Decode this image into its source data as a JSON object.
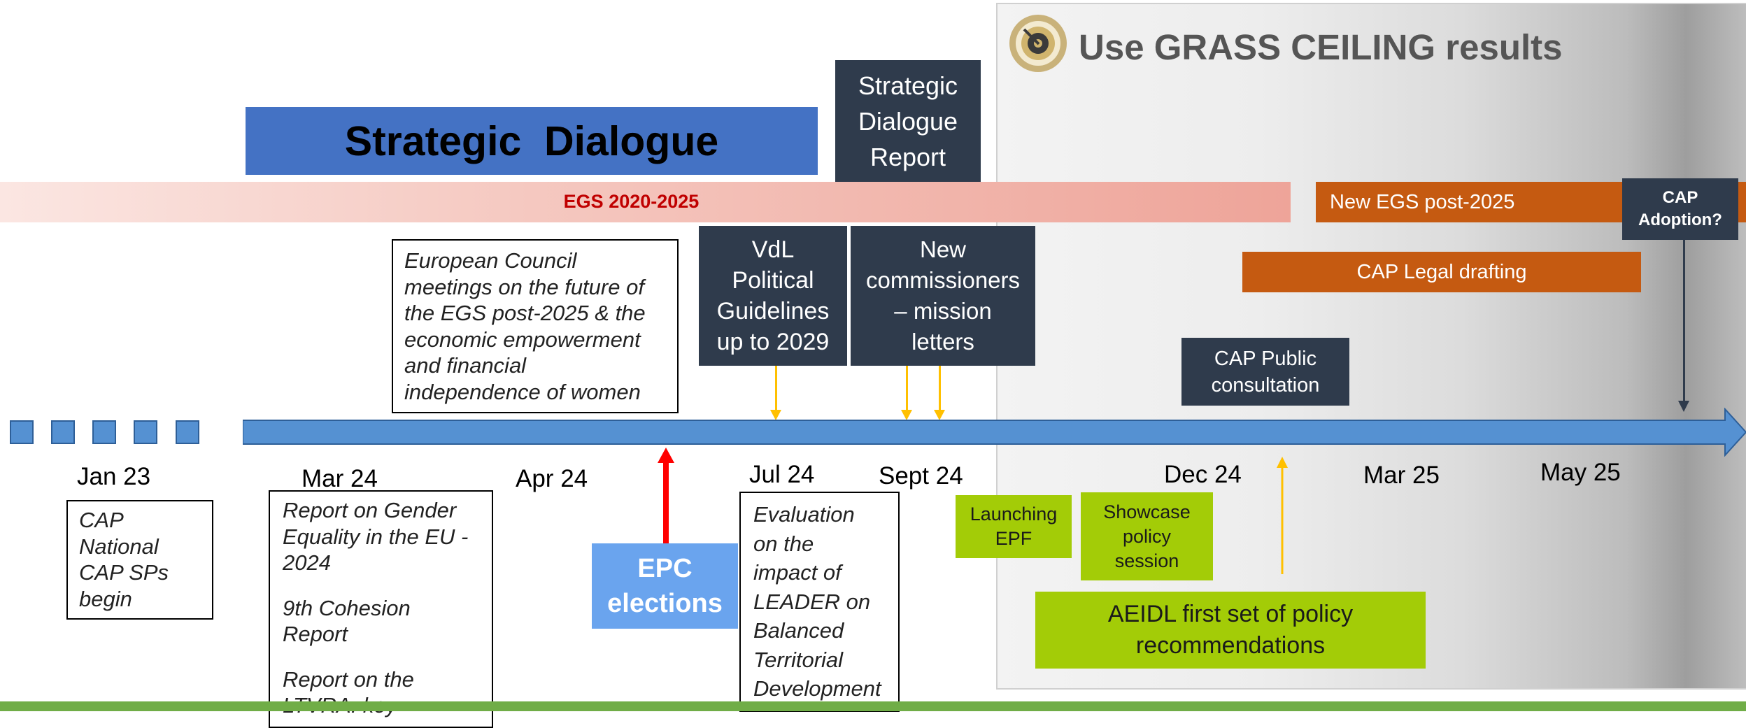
{
  "colors": {
    "timeline_blue": "#5591d2",
    "strategic_dialogue_blue": "#4472c4",
    "dark_box": "#2f3b4c",
    "orange": "#c55a11",
    "green": "#a3cc07",
    "egs_red_text": "#c00000",
    "epc_blue": "#6aa4ee",
    "arrow_red": "#ff0000",
    "arrow_yellow": "#ffc000",
    "bottom_green": "#70ad47"
  },
  "header": {
    "title": "Use GRASS CEILING results",
    "icon": "target-icon"
  },
  "strategic_dialogue": "Strategic  Dialogue",
  "strategic_dialogue_report": [
    "Strategic",
    "Dialogue",
    "Report"
  ],
  "egs_bar": {
    "label": "EGS 2020-2025"
  },
  "new_egs": "New EGS post-2025",
  "cap_adoption": [
    "CAP",
    "Adoption?"
  ],
  "cap_legal_drafting": "CAP Legal drafting",
  "vdl": [
    "VdL",
    "Political",
    "Guidelines",
    "up to 2029"
  ],
  "new_commissioners": [
    "New",
    "commissioners",
    "– mission",
    "letters"
  ],
  "cap_public_consultation": [
    "CAP Public",
    "consultation"
  ],
  "european_council": [
    "European Council",
    "meetings on the future of",
    "the EGS post-2025 & the",
    "economic empowerment",
    "and financial",
    "independence of women"
  ],
  "dates": [
    "Jan 23",
    "Mar 24",
    "Apr 24",
    "Jul 24",
    "Sept 24",
    "Dec 24",
    "Mar 25",
    "May 25"
  ],
  "cap_national": [
    "CAP",
    "National",
    "CAP SPs",
    "begin"
  ],
  "reports_box": {
    "report1": [
      "Report on Gender",
      "Equality in the EU -",
      "2024"
    ],
    "report2": [
      "9th Cohesion",
      "Report"
    ],
    "report3": [
      "Report on the",
      "LTVRA: key"
    ]
  },
  "epc_elections": [
    "EPC",
    "elections"
  ],
  "evaluation_box": [
    "Evaluation",
    "on the",
    "impact of",
    "LEADER on",
    "Balanced",
    "Territorial",
    "Development"
  ],
  "launching_epf": [
    "Launching",
    "EPF"
  ],
  "showcase": [
    "Showcase",
    "policy",
    "session"
  ],
  "aeidl": [
    "AEIDL first set of policy",
    "recommendations"
  ]
}
